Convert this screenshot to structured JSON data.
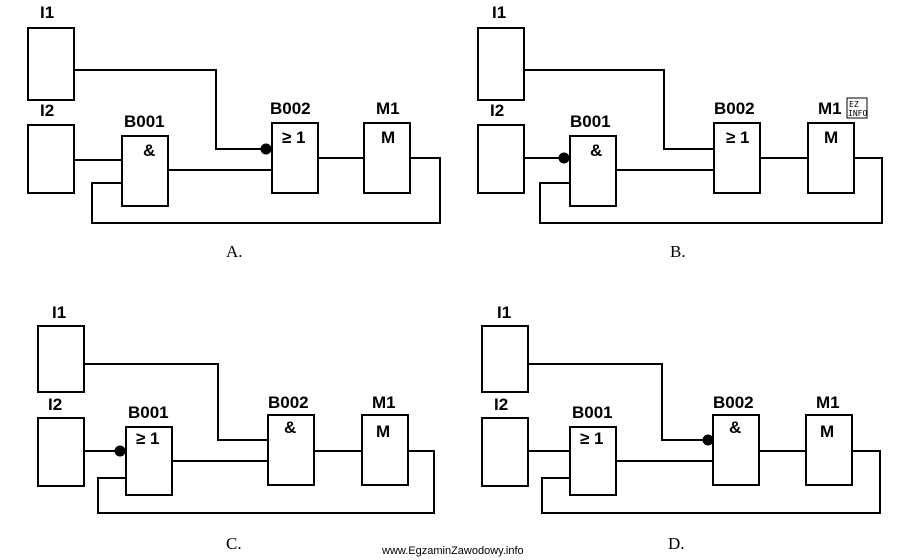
{
  "labels": {
    "input1": "I1",
    "input2": "I2",
    "block1": "B001",
    "block2": "B002",
    "output": "M1",
    "motor": "M"
  },
  "symbols": {
    "and": "&",
    "or": "≥ 1"
  },
  "options": [
    {
      "caption": "A.",
      "b001_symbol": "&",
      "b002_symbol": "≥ 1",
      "negated_input": "B002 input from I1"
    },
    {
      "caption": "B.",
      "b001_symbol": "&",
      "b002_symbol": "≥ 1",
      "negated_input": "B001 input from I2"
    },
    {
      "caption": "C.",
      "b001_symbol": "≥ 1",
      "b002_symbol": "&",
      "negated_input": "B001 input from I2"
    },
    {
      "caption": "D.",
      "b001_symbol": "≥ 1",
      "b002_symbol": "&",
      "negated_input": "B002 input from I1"
    }
  ],
  "logo": {
    "top": "EZ",
    "bottom": "INFO"
  },
  "watermark": "www.EgzaminZawodowy.info"
}
